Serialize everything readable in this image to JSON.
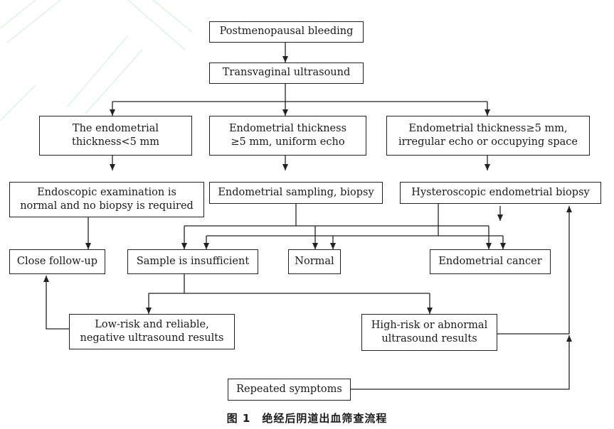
{
  "nodes": {
    "postmenopausal_bleeding": "Postmenopausal bleeding",
    "transvaginal_ultrasound": "Transvaginal ultrasound",
    "thickness_lt5": "The endometrial\nthickness<5 mm",
    "thickness_ge5_uniform": "Endometrial thickness\n≥5 mm, uniform echo",
    "thickness_ge5_irregular": "Endometrial thickness≥5 mm,\nirregular echo or occupying space",
    "endoscopic_normal": "Endoscopic examination is\nnormal and no biopsy is required",
    "endometrial_sampling": "Endometrial sampling, biopsy",
    "hysteroscopic_biopsy": "Hysteroscopic endometrial biopsy",
    "close_followup": "Close follow-up",
    "sample_insufficient": "Sample is insufficient",
    "normal": "Normal",
    "endometrial_cancer": "Endometrial cancer",
    "low_risk": "Low-risk and reliable,\nnegative ultrasound results",
    "high_risk": "High-risk or abnormal\nultrasound results",
    "repeated_symptoms": "Repeated symptoms"
  },
  "caption": "图 1　绝经后阴道出血筛查流程"
}
